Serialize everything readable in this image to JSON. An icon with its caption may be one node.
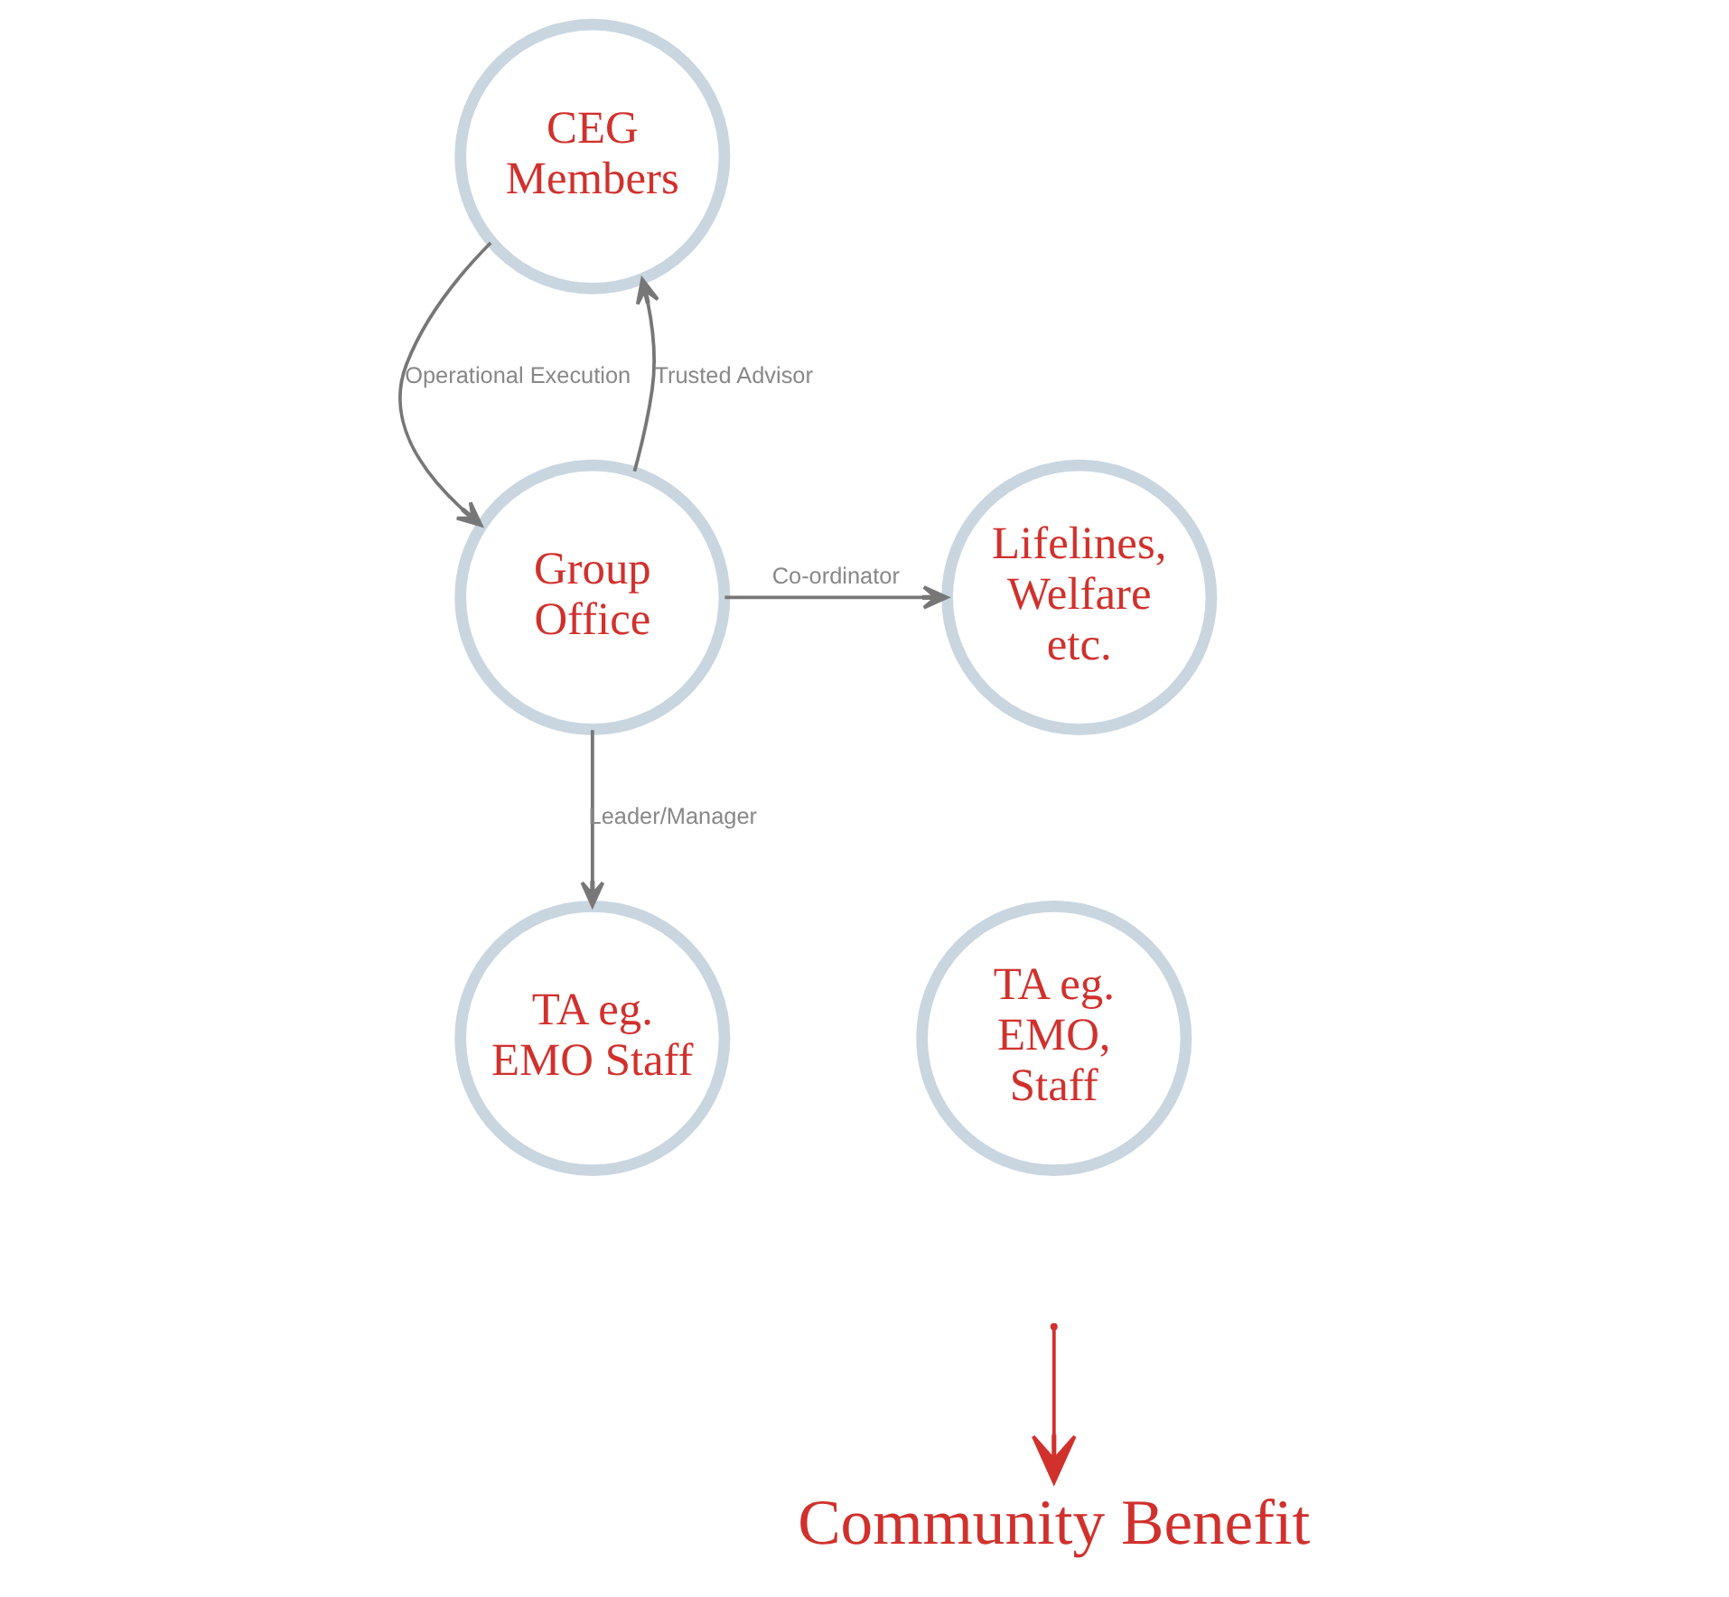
{
  "diagram": {
    "nodes": [
      {
        "text": [
          "CEG Members"
        ]
      },
      {
        "text": [
          "Lifelines, Welfare etc."
        ]
      },
      {
        "text": [
          "Group Office"
        ]
      },
      {
        "text": [
          "TA eg. EMO Staff"
        ]
      },
      {
        "text": [
          "TA eg. EMO, Staff"
        ]
      },
      {
        "text": [
          "Community Benefit"
        ]
      }
    ],
    "edges": [
      {
        "from": 2,
        "to": 0,
        "arrow": "to",
        "label": "Trusted Advisor"
      },
      {
        "from": 0,
        "to": 2,
        "arrow": "to",
        "label": "Operational Execution"
      },
      {
        "from": 2,
        "to": 1,
        "arrow": "to",
        "label": "Co-ordinator"
      },
      {
        "from": 2,
        "to": 3,
        "arrow": "to",
        "label": "Leader/Manager"
      },
      {
        "from": null,
        "to": 5,
        "arrow": "to",
        "color": "#d0312d"
      }
    ]
  }
}
